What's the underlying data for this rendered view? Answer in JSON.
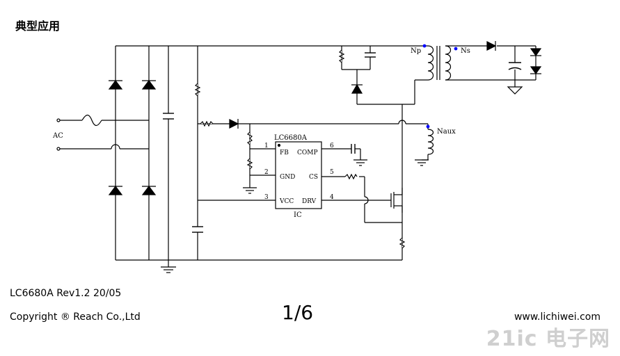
{
  "heading": "典型应用",
  "circuit": {
    "ic_part": "LC6680A",
    "ic_ref": "IC",
    "ac_label": "AC",
    "np_label": "Np",
    "ns_label": "Ns",
    "naux_label": "Naux",
    "pins": {
      "p1": {
        "num": "1",
        "name": "FB"
      },
      "p2": {
        "num": "2",
        "name": "GND"
      },
      "p3": {
        "num": "3",
        "name": "VCC"
      },
      "p4": {
        "num": "4",
        "name": "DRV"
      },
      "p5": {
        "num": "5",
        "name": "CS"
      },
      "p6": {
        "num": "6",
        "name": "COMP"
      }
    }
  },
  "footer": {
    "doc": "LC6680A   Rev1.2   20/05",
    "copyright": "Copyright ® Reach Co.,Ltd",
    "page": "1/6",
    "website": "www.lichiwei.com"
  },
  "watermark": "21ic 电子网"
}
